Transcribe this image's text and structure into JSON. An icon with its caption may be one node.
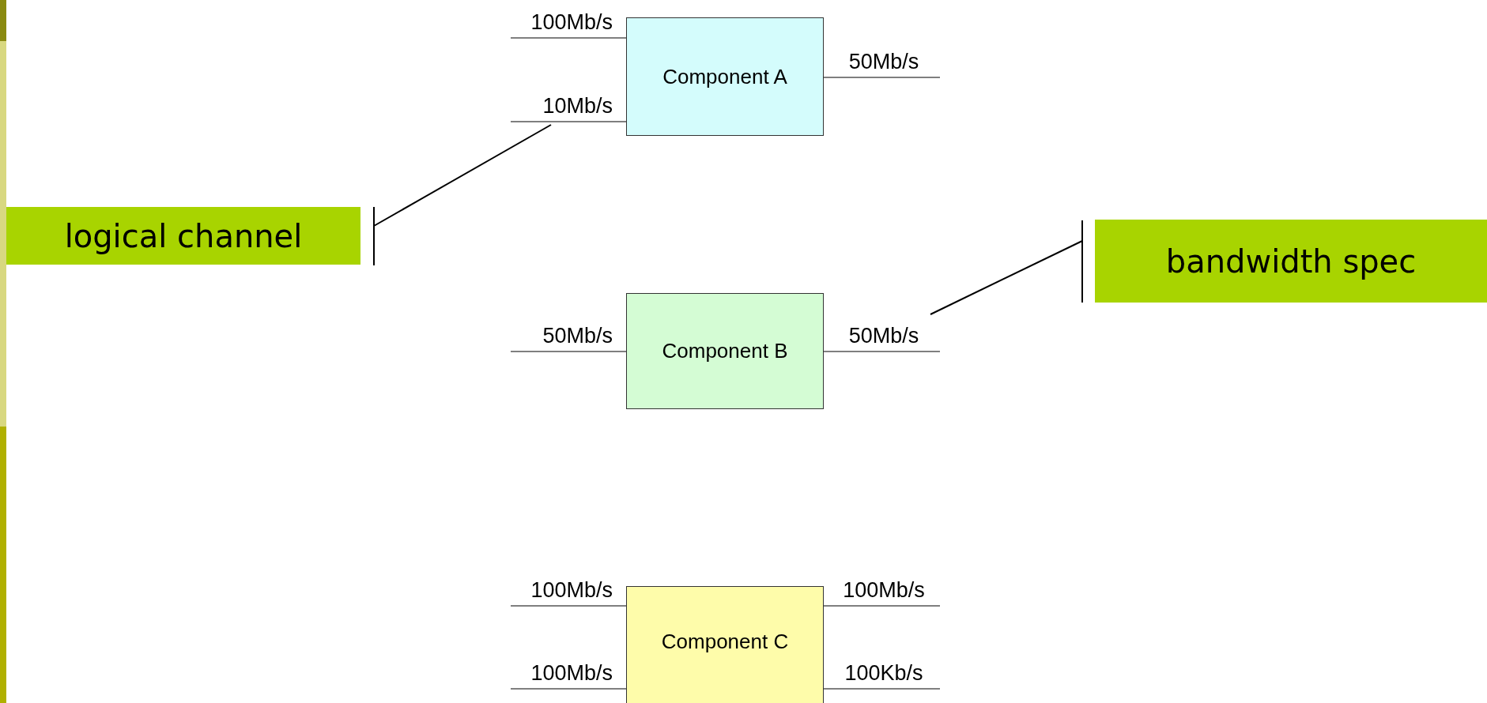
{
  "diagram": {
    "nodes": [
      {
        "text": [
          "Component A"
        ]
      },
      {
        "text": [
          "Component B"
        ]
      },
      {
        "text": [
          "Component C"
        ]
      },
      {
        "text": [
          "logical channel"
        ]
      },
      {
        "text": [
          "bandwidth spec"
        ]
      }
    ],
    "edges": [
      {
        "from": null,
        "to": 0,
        "arrow": "none",
        "label": "100Mb/s"
      },
      {
        "from": null,
        "to": 0,
        "arrow": "none",
        "label": "10Mb/s"
      },
      {
        "from": 0,
        "to": null,
        "arrow": "none",
        "label": "50Mb/s"
      },
      {
        "from": null,
        "to": 1,
        "arrow": "none",
        "label": "50Mb/s"
      },
      {
        "from": 1,
        "to": null,
        "arrow": "none",
        "label": "50Mb/s"
      },
      {
        "from": null,
        "to": 2,
        "arrow": "none",
        "label": "100Mb/s"
      },
      {
        "from": null,
        "to": 2,
        "arrow": "none",
        "label": "100Mb/s"
      },
      {
        "from": 2,
        "to": null,
        "arrow": "none",
        "label": "100Mb/s"
      },
      {
        "from": 2,
        "to": null,
        "arrow": "none",
        "label": "100Kb/s"
      },
      {
        "from": 3,
        "to": null,
        "arrow": "none"
      },
      {
        "from": 4,
        "to": null,
        "arrow": "none"
      }
    ]
  }
}
